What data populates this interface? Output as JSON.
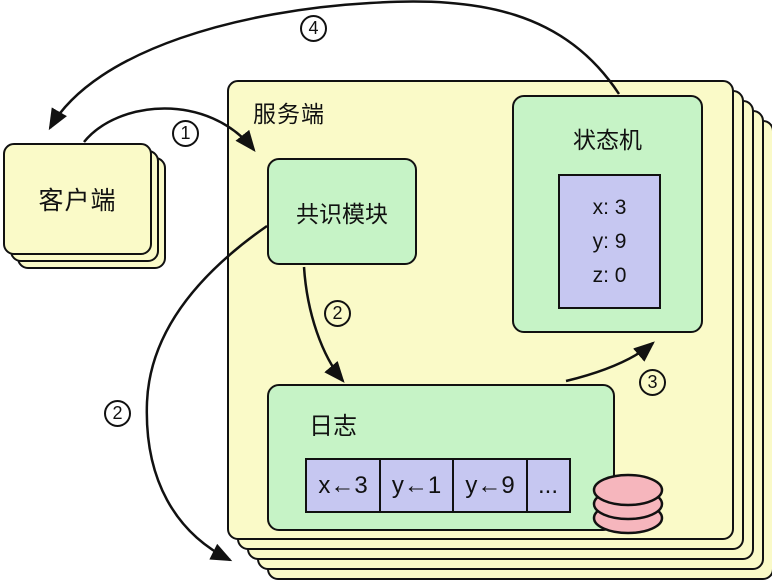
{
  "client": {
    "label": "客户端"
  },
  "server": {
    "label": "服务端"
  },
  "consensus": {
    "label": "共识模块"
  },
  "state_machine": {
    "label": "状态机",
    "registers": [
      "x: 3",
      "y: 9",
      "z: 0"
    ]
  },
  "log": {
    "label": "日志",
    "entries": [
      "x←3",
      "y←1",
      "y←9",
      "..."
    ]
  },
  "markers": {
    "step1": "1",
    "step2_inner": "2",
    "step2_outer": "2",
    "step3": "3",
    "step4": "4"
  },
  "icons": {
    "database": "database-cylinder"
  },
  "colors": {
    "box_yellow": "#FAFAC8",
    "box_green": "#C6F3C6",
    "box_purple": "#C6C7F1",
    "db_pink": "#F6B6BD",
    "stroke": "#111111"
  }
}
